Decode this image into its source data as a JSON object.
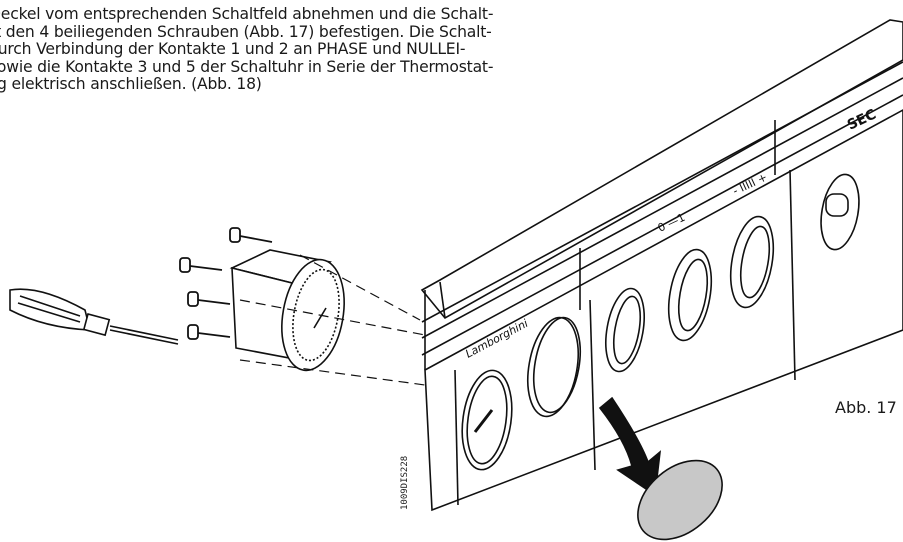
{
  "body_text": [
    "Deckel vom entsprechenden Schaltfeld abnehmen und die Schalt-",
    "it den 4 beiliegenden Schrauben (Abb. 17) befestigen. Die Schalt-",
    "durch Verbindung der Kontakte 1 und 2 an PHASE und NULLEI-",
    "sowie die Kontakte 3 und 5 der Schaltuhr in Serie der Thermostat-",
    "g elektrisch anschließen. (Abb. 18)"
  ],
  "figure": {
    "caption": "Abb. 17",
    "code": "1009DIS228",
    "panel_labels": {
      "brand": "Lamborghini",
      "sec": "SEC",
      "switch": "0 —1",
      "scale": "- IIIII +"
    }
  }
}
